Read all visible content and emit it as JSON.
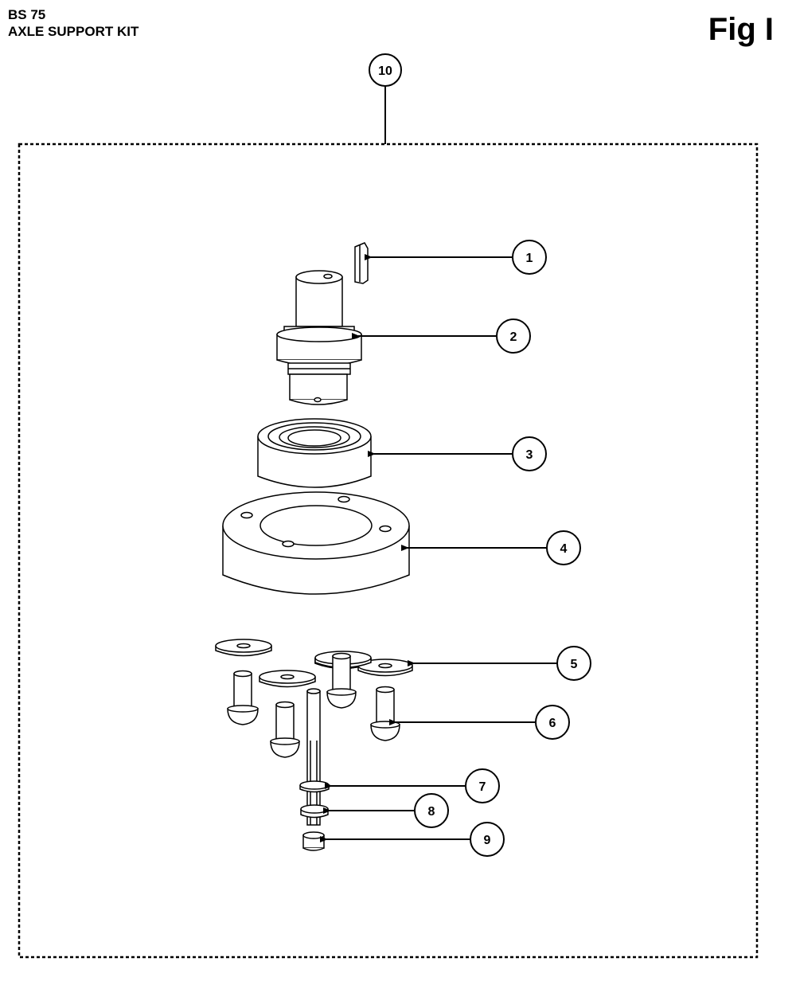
{
  "header": {
    "model": "BS 75",
    "kit_name": "AXLE SUPPORT KIT",
    "figure": "Fig I"
  },
  "diagram": {
    "kit_callout": "10",
    "parts": [
      {
        "ref": "1",
        "icon": "key-icon"
      },
      {
        "ref": "2",
        "icon": "axle-shaft-icon"
      },
      {
        "ref": "3",
        "icon": "bearing-icon"
      },
      {
        "ref": "4",
        "icon": "housing-ring-icon"
      },
      {
        "ref": "5",
        "icon": "washer-icon"
      },
      {
        "ref": "6",
        "icon": "screw-icon"
      },
      {
        "ref": "7",
        "icon": "washer-icon"
      },
      {
        "ref": "8",
        "icon": "nut-icon"
      },
      {
        "ref": "9",
        "icon": "bolt-head-icon"
      }
    ]
  }
}
